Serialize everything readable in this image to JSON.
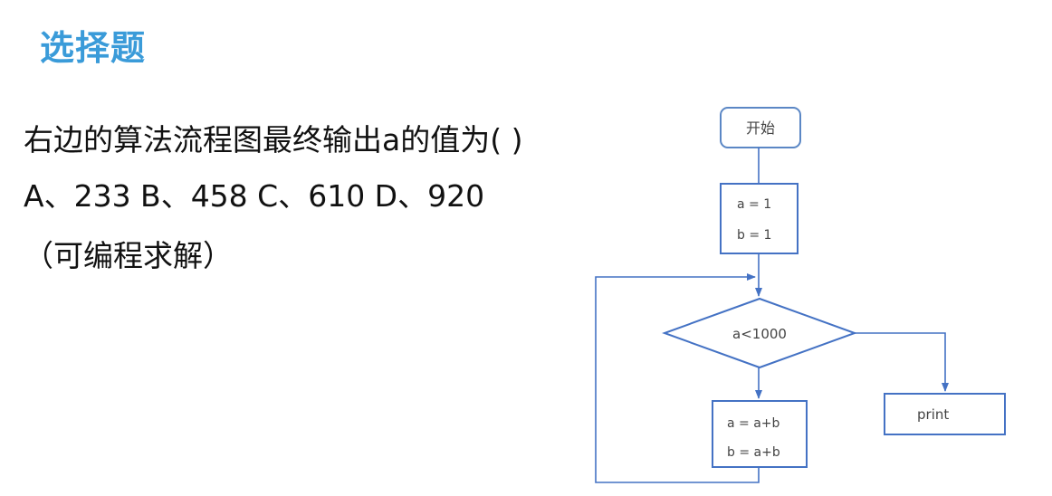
{
  "slide": {
    "title": "选择题",
    "question": "右边的算法流程图最终输出a的值为( )",
    "options": "A、233 B、458 C、610 D、920",
    "hint": "（可编程求解）"
  },
  "flowchart": {
    "start_label": "开始",
    "init_a": "a = 1",
    "init_b": "b = 1",
    "condition": "a<1000",
    "loop_a": "a = a+b",
    "loop_b": "b = a+b",
    "output": "print",
    "line_color": "#4472c4",
    "start_border_color": "#5b87c5"
  }
}
